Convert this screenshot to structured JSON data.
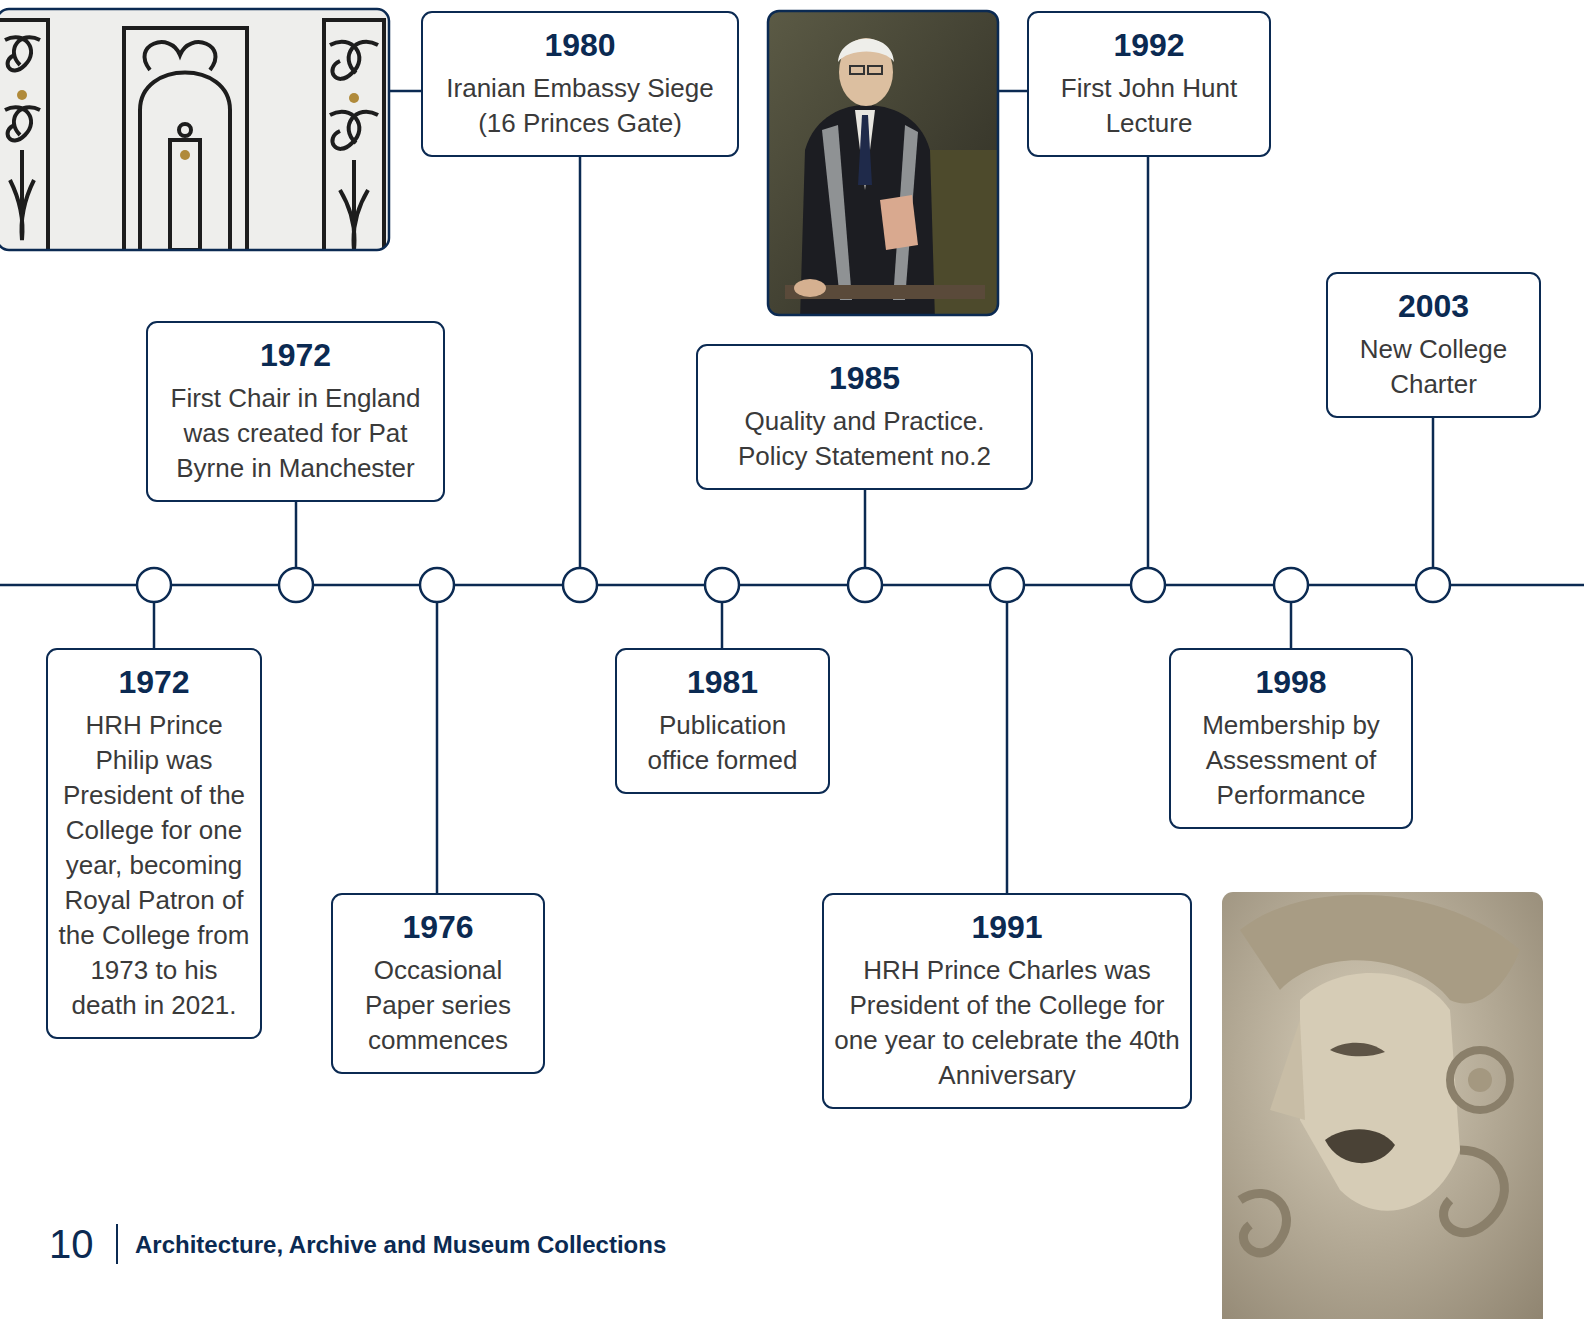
{
  "diagram": {
    "nodes": [
      {
        "text": [
          "1972",
          "HRH Prince Philip was President of the College for one year, becoming Royal Patron of the College from 1973 to his death in 2021."
        ]
      },
      {
        "text": [
          "1972",
          "First Chair in England was created for Pat Byrne in Manchester"
        ]
      },
      {
        "text": [
          "1976",
          "Occasional Paper series commences"
        ]
      },
      {
        "text": [
          "1980",
          "Iranian Embassy Siege (16 Princes Gate)"
        ]
      },
      {
        "text": [
          "1981",
          "Publication office formed"
        ]
      },
      {
        "text": [
          "1985",
          "Quality and Practice. Policy Statement no.2"
        ]
      },
      {
        "text": [
          "1991",
          "HRH Prince Charles was President of the College for one year to celebrate the 40th Anniversary"
        ]
      },
      {
        "text": [
          "1992",
          "First John Hunt Lecture"
        ]
      },
      {
        "text": [
          "1998",
          "Membership by Assessment of Performance"
        ]
      },
      {
        "text": [
          "2003",
          "New College Charter"
        ]
      }
    ],
    "labels": [
      "10",
      "Architecture, Archive and Museum Collections"
    ]
  }
}
